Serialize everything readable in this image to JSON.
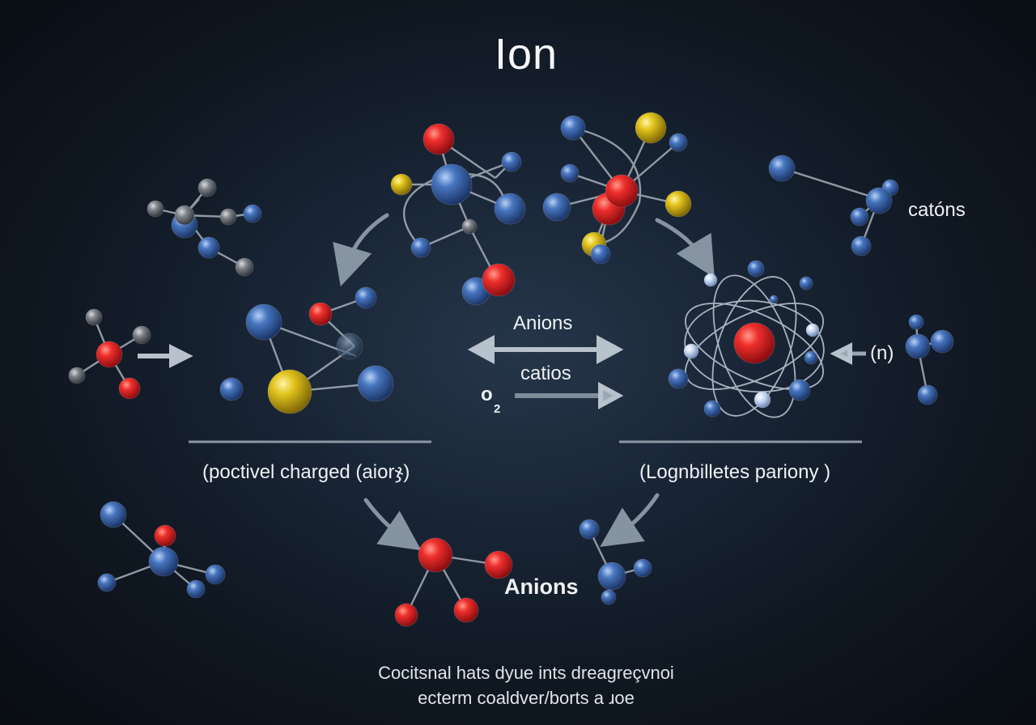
{
  "title": "Ion",
  "labels": {
    "cations_top_right": "catóns",
    "anions_center": "Anions",
    "catios_center": "catios",
    "o2_main": "o",
    "o2_sub": "2",
    "n_right": "(n)",
    "left_caption": "(poctivel charged (aiorჯ)",
    "right_caption": "(Lognbilletes pariony )",
    "anions_bottom": "Anions"
  },
  "footer": {
    "line1": "Cocitsnal hats dyue ints dreagreçvnoi",
    "line2": "ecterm coaldver/borts a ɹoe"
  },
  "colors": {
    "background": "#0f1721",
    "atom_red": "#e0262b",
    "atom_blue": "#3d6db4",
    "atom_yellow": "#e0c21a",
    "atom_gray": "#8a8f96",
    "atom_pale": "#c9d8f0",
    "arrow": "#9aa7b4",
    "text": "#f2f4f7"
  }
}
